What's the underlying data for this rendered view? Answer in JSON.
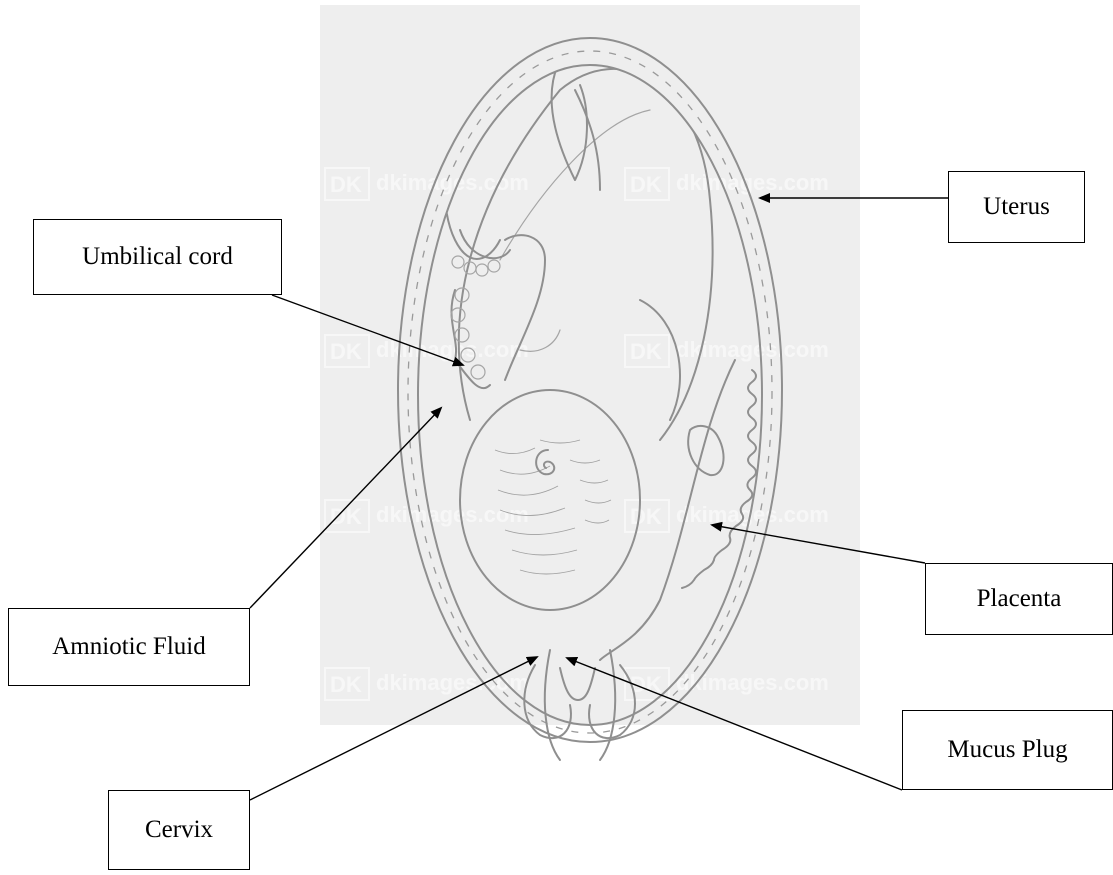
{
  "labels": {
    "uterus": "Uterus",
    "umbilical_cord": "Umbilical cord",
    "amniotic_fluid": "Amniotic Fluid",
    "placenta": "Placenta",
    "cervix": "Cervix",
    "mucus_plug": "Mucus Plug"
  },
  "watermark": {
    "text": "dkimages.com",
    "logo": "DK"
  },
  "colors": {
    "illustration_background": "#eeeeee",
    "pencil_stroke": "#8f8f8f",
    "label_border": "#000000",
    "arrow": "#000000"
  }
}
